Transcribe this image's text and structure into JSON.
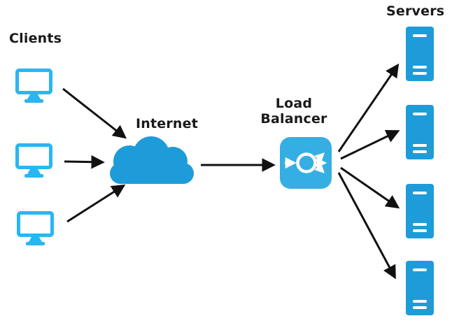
{
  "diagram": {
    "nodes": {
      "clients": {
        "label": "Clients",
        "count": 3
      },
      "internet": {
        "label": "Internet"
      },
      "load_balancer": {
        "label": "Load\nBalancer"
      },
      "servers": {
        "label": "Servers",
        "count": 4
      }
    },
    "edges": [
      {
        "from": "client-1",
        "to": "internet"
      },
      {
        "from": "client-2",
        "to": "internet"
      },
      {
        "from": "client-3",
        "to": "internet"
      },
      {
        "from": "internet",
        "to": "load-balancer"
      },
      {
        "from": "load-balancer",
        "to": "server-1"
      },
      {
        "from": "load-balancer",
        "to": "server-2"
      },
      {
        "from": "load-balancer",
        "to": "server-3"
      },
      {
        "from": "load-balancer",
        "to": "server-4"
      }
    ],
    "colors": {
      "monitor": "#29b6f2",
      "cloud": "#1e9cd9",
      "load_balancer": "#35aee3",
      "server": "#1e9cd9",
      "arrow": "#111111",
      "label_text": "#1a1a1a",
      "background": "#ffffff"
    }
  }
}
